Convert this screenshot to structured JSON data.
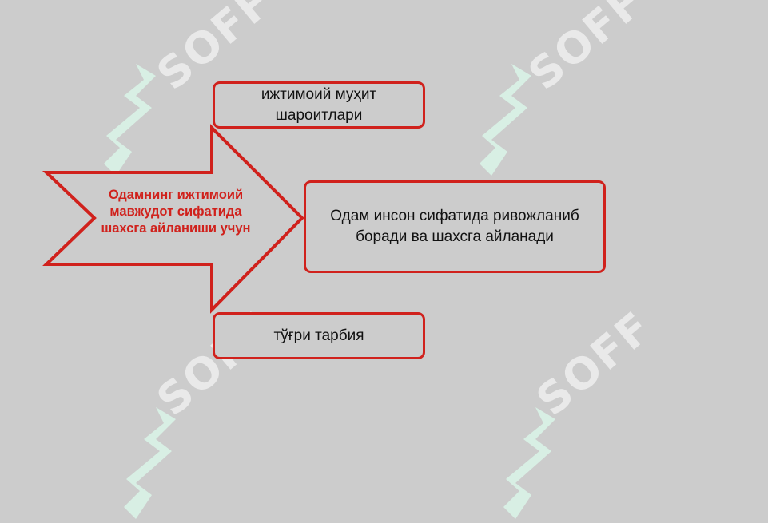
{
  "diagram": {
    "arrow_label": "Одамнинг ижтимоий мавжудот сифатида шахсга айланиши учун",
    "top_box": "ижтимоий муҳит шароитлари",
    "result_box": "Одам инсон сифатида ривожланиб боради ва шахсга айланади",
    "bottom_box": "тўғри тарбия"
  },
  "watermark": {
    "text": "SOFF"
  },
  "colors": {
    "background": "#cccccc",
    "accent_red": "#d0211c",
    "watermark_mint": "#d8efe4",
    "watermark_text": "#e9e9e9"
  }
}
